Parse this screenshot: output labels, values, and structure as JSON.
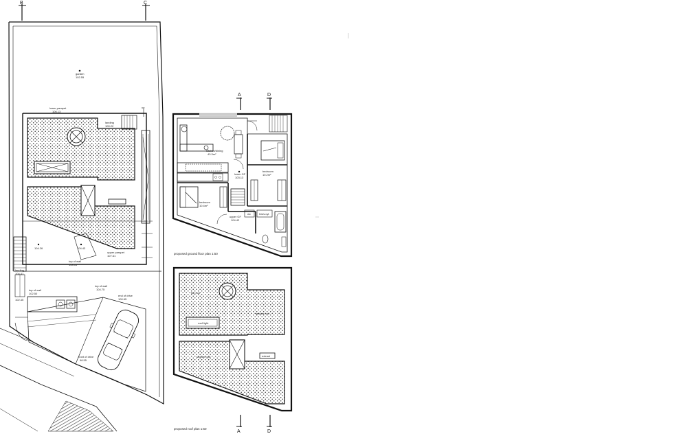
{
  "section_markers": {
    "b": "B",
    "c": "C",
    "a_top": "A",
    "d_top": "D",
    "a_bottom": "A",
    "d_bottom": "D"
  },
  "site_plan": {
    "garden": "garden",
    "garden_level": "102.55",
    "lower_parapet": "lower parapet",
    "lower_parapet_level": "106.13",
    "landing": "landing",
    "landing_level": "100.22",
    "up_label": "up",
    "level_left": "104.26",
    "level_mid": "104.43",
    "upper_parapet": "upper parapet",
    "upper_parapet_level": "107.61",
    "top_of_wall": "top of wall",
    "top_of_wall_level": "108.05",
    "landing2": "landing",
    "landing2_level": "104.41",
    "level_small": "102.45",
    "top_of_wall_small": "top of wall",
    "top_of_wall_small_level": "102.50",
    "top_of_wall2": "top of wall",
    "top_of_wall2_level": "104.75",
    "end_of_drive": "end of drive",
    "end_of_drive_level": "100.65",
    "front_of_drive": "front of drive",
    "front_of_drive_level": "98.55"
  },
  "ground_floor": {
    "living": "kitchen/dining",
    "living_area": "43.3m²",
    "bedroom1": "bedroom",
    "bedroom1_area": "10.2m²",
    "lower_gf": "lower GF",
    "lower_gf_level": "103.13",
    "bedroom2": "bedroom",
    "bedroom2_area": "10.4m²",
    "upper_gf": "upper GF",
    "upper_gf_level": "104.42",
    "wc": "wc",
    "hw": "hw/s.cyl.",
    "caption": "proposed ground floor plan 1:50"
  },
  "roof_plan": {
    "flat_roof": "flat roof",
    "sedum1": "sedum roof",
    "rooflight": "roof light",
    "sedum2": "sedum roof",
    "extract": "extract",
    "caption": "proposed roof plan 1:50"
  }
}
